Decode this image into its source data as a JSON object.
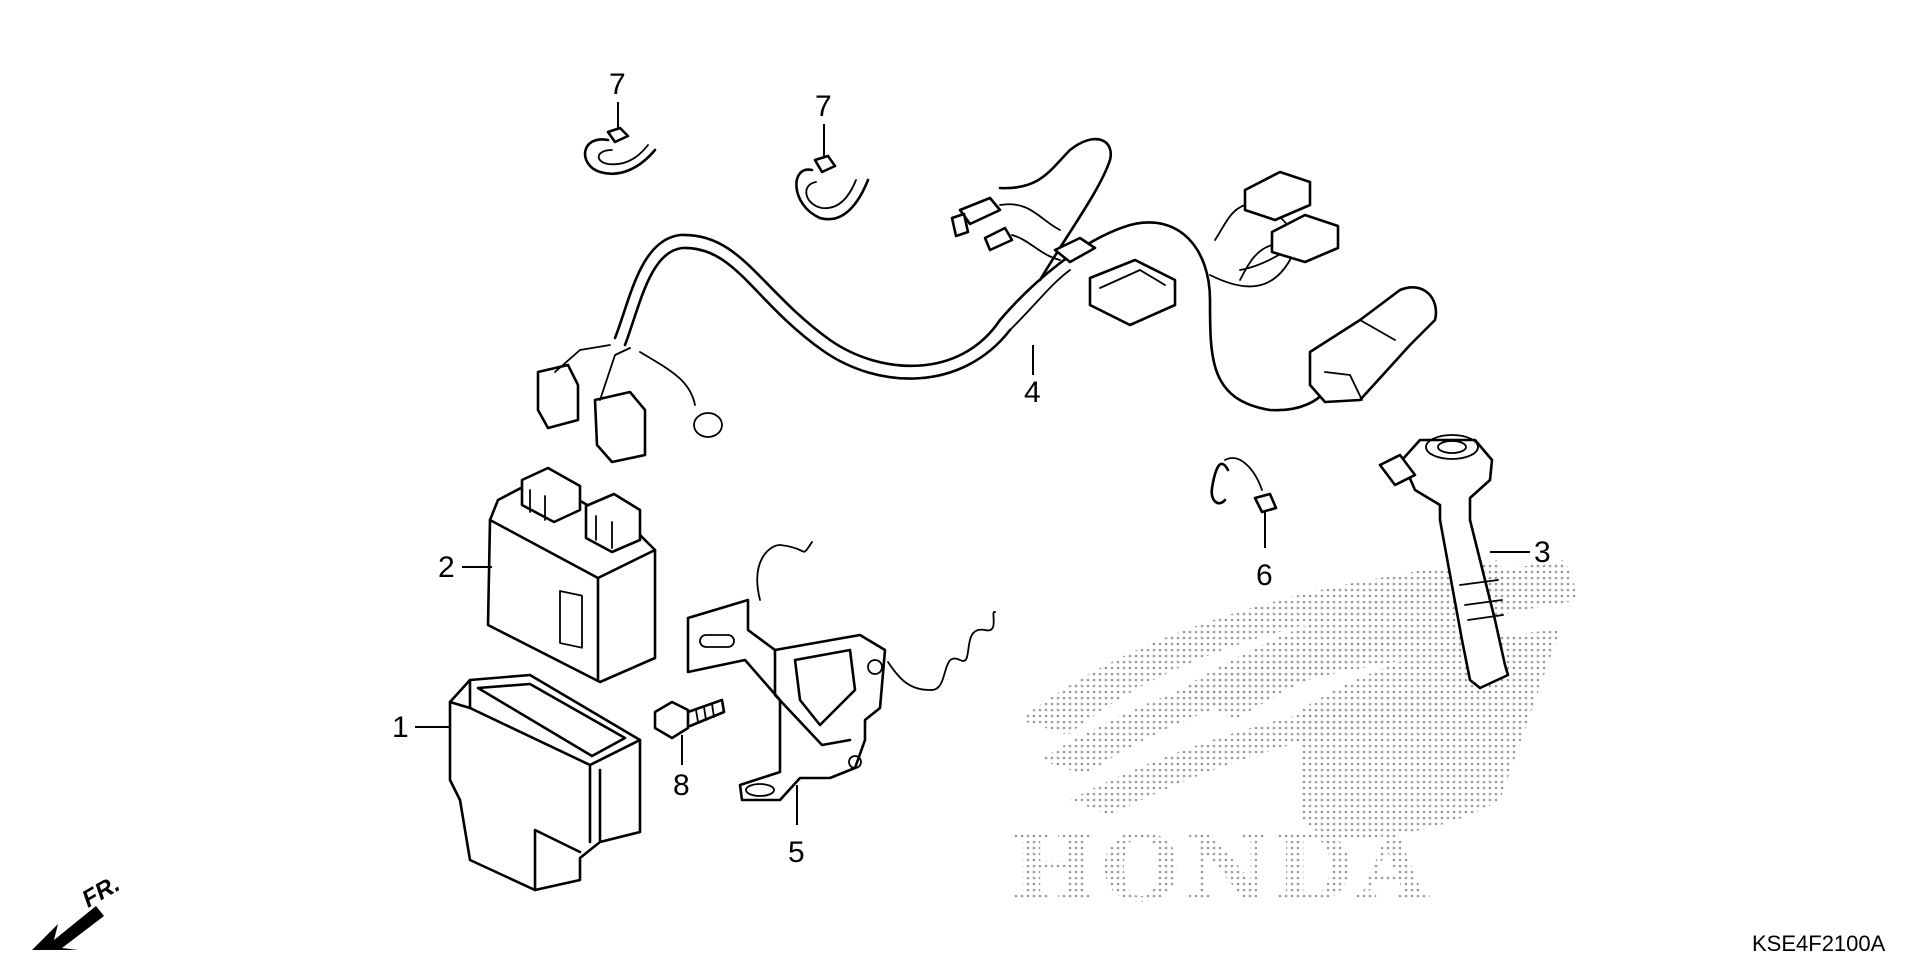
{
  "diagram": {
    "callouts": {
      "c1": "1",
      "c2": "2",
      "c3": "3",
      "c4": "4",
      "c5": "5",
      "c6": "6",
      "c7a": "7",
      "c7b": "7",
      "c8": "8"
    },
    "direction_label": "FR.",
    "figure_code": "KSE4F2100A",
    "watermark_text": "HONDA",
    "colors": {
      "line": "#000000",
      "watermark": "#9a9a9a",
      "background": "#ffffff"
    }
  }
}
